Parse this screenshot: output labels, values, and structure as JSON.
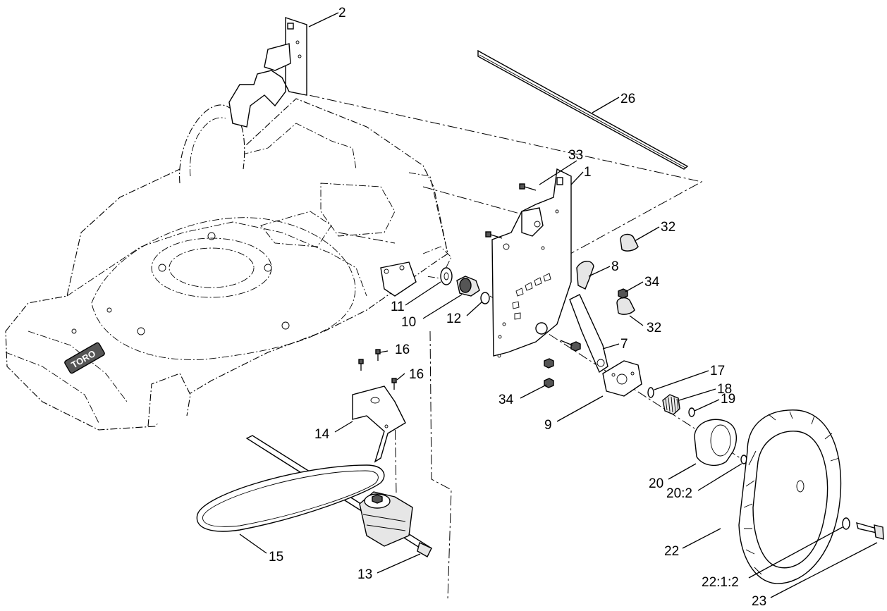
{
  "callouts": {
    "c1": "1",
    "c2": "2",
    "c7": "7",
    "c8": "8",
    "c9": "9",
    "c10": "10",
    "c11": "11",
    "c12": "12",
    "c13": "13",
    "c14": "14",
    "c15": "15",
    "c16a": "16",
    "c16b": "16",
    "c17": "17",
    "c18": "18",
    "c19": "19",
    "c20": "20",
    "c20_2": "20:2",
    "c22": "22",
    "c22_1_2": "22:1:2",
    "c23": "23",
    "c26": "26",
    "c32a": "32",
    "c32b": "32",
    "c33": "33",
    "c34a": "34",
    "c34b": "34"
  }
}
